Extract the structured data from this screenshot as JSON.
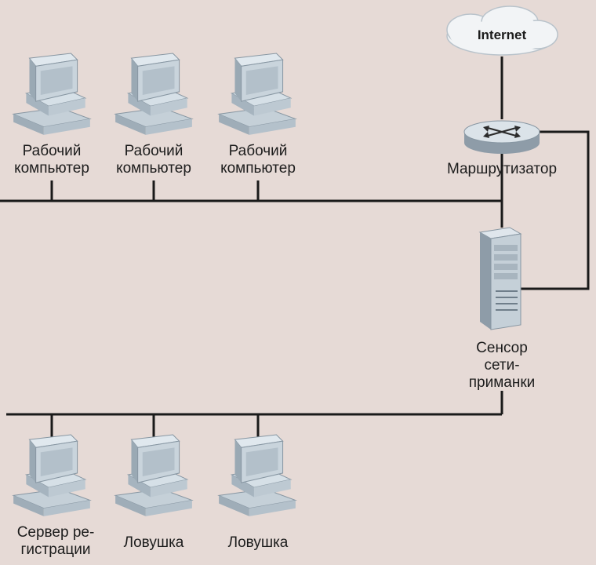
{
  "cloud": {
    "label": "Internet"
  },
  "router": {
    "label": "Маршрутизатор"
  },
  "sensor": {
    "lines": [
      "Сенсор",
      "сети-",
      "приманки"
    ]
  },
  "top_row": [
    {
      "lines": [
        "Рабочий",
        "компьютер"
      ]
    },
    {
      "lines": [
        "Рабочий",
        "компьютер"
      ]
    },
    {
      "lines": [
        "Рабочий",
        "компьютер"
      ]
    }
  ],
  "bottom_row": [
    {
      "lines": [
        "Сервер ре-",
        "гистрации"
      ]
    },
    {
      "lines": [
        "Ловушка"
      ]
    },
    {
      "lines": [
        "Ловушка"
      ]
    }
  ],
  "colors": {
    "background": "#e6dad6",
    "device_light": "#d3dde4",
    "device_mid": "#a9b8c3",
    "device_dark": "#7e8d99",
    "line": "#1a1a1a"
  }
}
